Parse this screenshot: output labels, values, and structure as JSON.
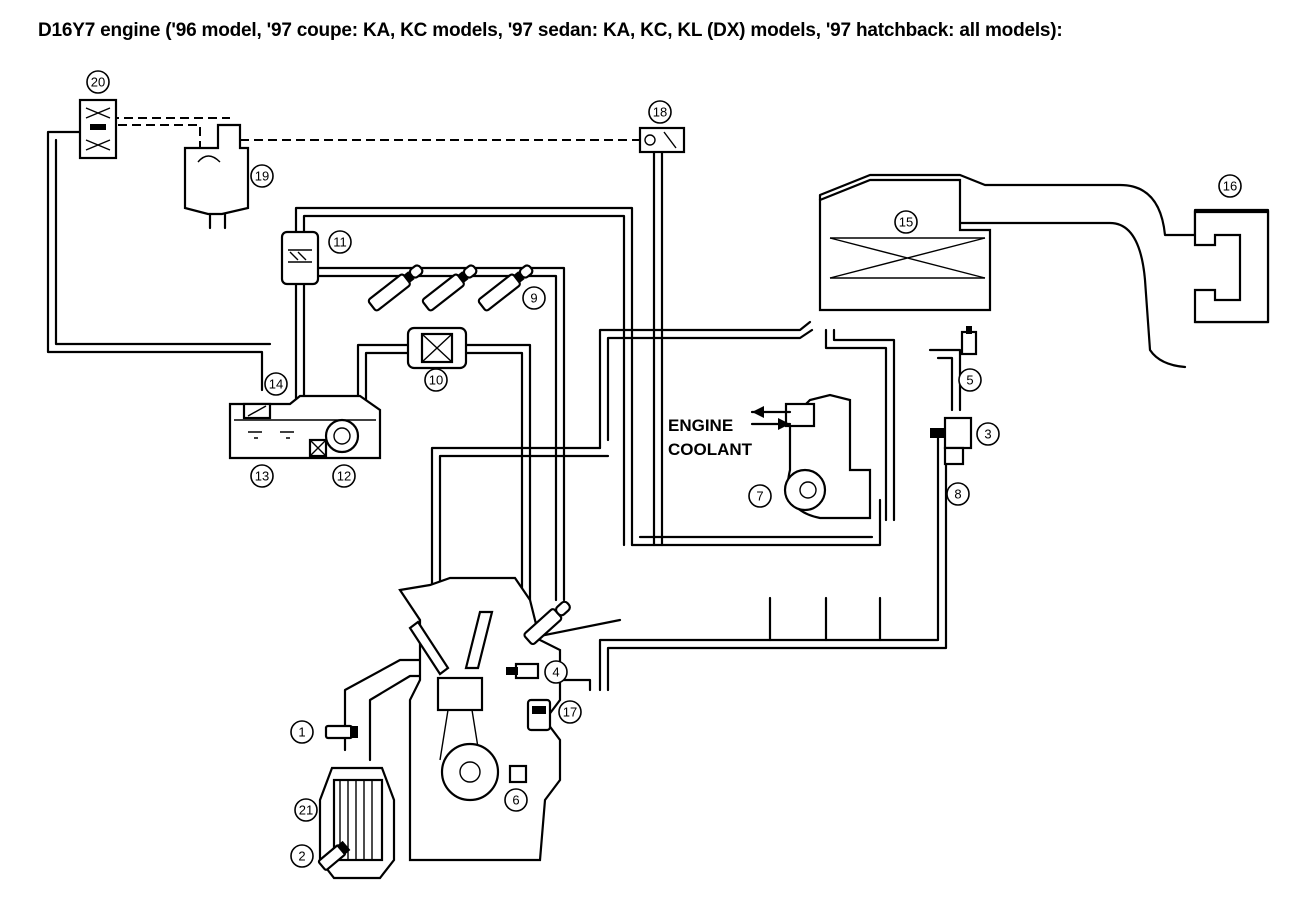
{
  "title": "D16Y7 engine ('96 model, '97 coupe: KA, KC models, '97 sedan: KA, KC, KL (DX) models, '97 hatchback: all models):",
  "engine_coolant_label": [
    "ENGINE",
    "COOLANT"
  ],
  "callouts": [
    {
      "id": "1",
      "label": "1"
    },
    {
      "id": "2",
      "label": "2"
    },
    {
      "id": "3",
      "label": "3"
    },
    {
      "id": "4",
      "label": "4"
    },
    {
      "id": "5",
      "label": "5"
    },
    {
      "id": "6",
      "label": "6"
    },
    {
      "id": "7",
      "label": "7"
    },
    {
      "id": "8",
      "label": "8"
    },
    {
      "id": "9",
      "label": "9"
    },
    {
      "id": "10",
      "label": "10"
    },
    {
      "id": "11",
      "label": "11"
    },
    {
      "id": "12",
      "label": "12"
    },
    {
      "id": "13",
      "label": "13"
    },
    {
      "id": "14",
      "label": "14"
    },
    {
      "id": "15",
      "label": "15"
    },
    {
      "id": "16",
      "label": "16"
    },
    {
      "id": "17",
      "label": "17"
    },
    {
      "id": "18",
      "label": "18"
    },
    {
      "id": "19",
      "label": "19"
    },
    {
      "id": "20",
      "label": "20"
    },
    {
      "id": "21",
      "label": "21"
    }
  ]
}
